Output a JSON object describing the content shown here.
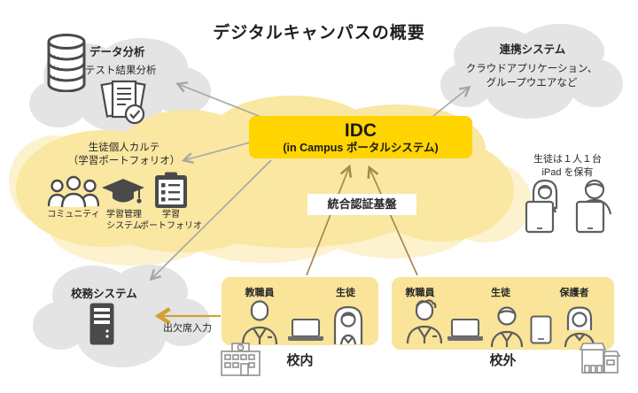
{
  "title": "デジタルキャンパスの概要",
  "colors": {
    "accent_yellow": "#FFD400",
    "cloud_yellow": "#F9E7A2",
    "cloud_yellow_light": "#FCF2CE",
    "panel_yellow": "#F9E499",
    "cloud_gray": "#E4E4E4",
    "arrow_gray": "#A6A6A6",
    "arrow_tan": "#A8874F",
    "arrow_gold": "#CFA233",
    "text": "#262626"
  },
  "clouds": {
    "data_analysis": {
      "title": "データ分析",
      "subtitle": "テスト結果分析",
      "icons": [
        "database-icon",
        "documents-check-icon"
      ]
    },
    "linked_systems": {
      "title": "連携システム",
      "body": "クラウドアプリケーション、\nグループウエアなど"
    },
    "school_affairs": {
      "title": "校務システム",
      "icon": "server-icon"
    }
  },
  "idc": {
    "title": "IDC",
    "subtitle": "(in Campus ポータルシステム)"
  },
  "auth": {
    "label": "統合認証基盤"
  },
  "portfolio": {
    "title": "生徒個人カルテ\n（学習ポートフォリオ）",
    "items": [
      {
        "label": "コミュニティ",
        "icon": "community-icon"
      },
      {
        "label": "学習管理\nシステム",
        "icon": "graduation-cap-icon"
      },
      {
        "label": "学習\nポートフォリオ",
        "icon": "clipboard-icon"
      }
    ]
  },
  "ipad_note": {
    "text": "生徒は１人１台\niPad を保有",
    "icons": [
      "student-girl-tablet-icon",
      "student-boy-tablet-icon"
    ]
  },
  "attendance": {
    "label": "出欠席入力"
  },
  "on_campus": {
    "caption": "校内",
    "roles": [
      {
        "label": "教職員",
        "icons": [
          "teacher-icon",
          "laptop-icon"
        ]
      },
      {
        "label": "生徒",
        "icons": [
          "student-girl-icon"
        ]
      }
    ],
    "building_icon": "school-building-icon"
  },
  "off_campus": {
    "caption": "校外",
    "roles": [
      {
        "label": "教職員",
        "icons": [
          "teacher-icon",
          "laptop-icon"
        ]
      },
      {
        "label": "生徒",
        "icons": [
          "student-boy-icon",
          "tablet-icon"
        ]
      },
      {
        "label": "保護者",
        "icons": [
          "parent-icon"
        ]
      }
    ],
    "building_icon": "house-icon"
  }
}
